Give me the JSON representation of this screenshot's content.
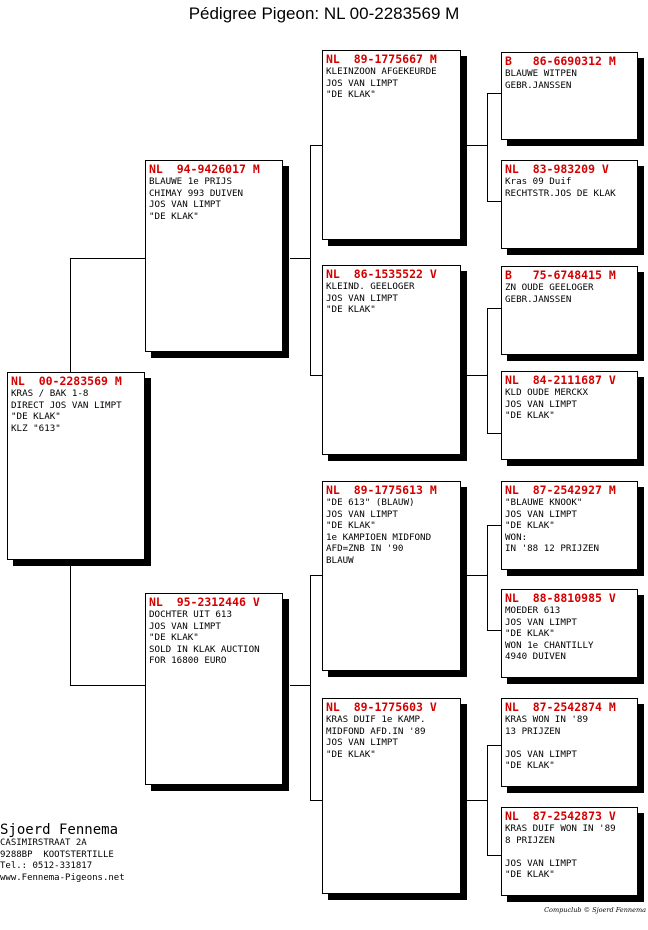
{
  "title": "Pédigree Pigeon: NL  00-2283569 M",
  "pigeons": [
    {
      "ring": "NL  00-2283569 M",
      "lines": [
        "KRAS / BAK 1-8",
        "DIRECT JOS VAN LIMPT",
        "\"DE KLAK\"",
        "KLZ \"613\""
      ]
    },
    {
      "ring": "NL  94-9426017 M",
      "lines": [
        "BLAUWE 1e PRIJS",
        "CHIMAY 993 DUIVEN",
        "JOS VAN LIMPT",
        "\"DE KLAK\""
      ]
    },
    {
      "ring": "NL  95-2312446 V",
      "lines": [
        "DOCHTER UIT 613",
        "JOS VAN LIMPT",
        "\"DE KLAK\"",
        "SOLD IN KLAK AUCTION",
        "FOR 16800 EURO"
      ]
    },
    {
      "ring": "NL  89-1775667 M",
      "lines": [
        "KLEINZOON AFGEKEURDE",
        "JOS VAN LIMPT",
        "\"DE KLAK\""
      ]
    },
    {
      "ring": "NL  86-1535522 V",
      "lines": [
        "KLEIND. GEELOGER",
        "JOS VAN LIMPT",
        "\"DE KLAK\""
      ]
    },
    {
      "ring": "NL  89-1775613 M",
      "lines": [
        "\"DE 613\" (BLAUW)",
        "JOS VAN LIMPT",
        "\"DE KLAK\"",
        "1e KAMPIOEN MIDFOND",
        "AFD=ZNB IN '90",
        "BLAUW"
      ]
    },
    {
      "ring": "NL  89-1775603 V",
      "lines": [
        "KRAS DUIF 1e KAMP.",
        "MIDFOND AFD.IN '89",
        "JOS VAN LIMPT",
        "\"DE KLAK\""
      ]
    },
    {
      "ring": "B   86-6690312 M",
      "lines": [
        "BLAUWE WITPEN",
        "GEBR.JANSSEN"
      ]
    },
    {
      "ring": "NL  83-983209 V",
      "lines": [
        "Kras 09 Duif",
        "RECHTSTR.JOS DE KLAK"
      ]
    },
    {
      "ring": "B   75-6748415 M",
      "lines": [
        "ZN OUDE GEELOGER",
        "GEBR.JANSSEN"
      ]
    },
    {
      "ring": "NL  84-2111687 V",
      "lines": [
        "KLD OUDE MERCKX",
        "JOS VAN LIMPT",
        "\"DE KLAK\""
      ]
    },
    {
      "ring": "NL  87-2542927 M",
      "lines": [
        "\"BLAUWE KNOOK\"",
        "JOS VAN LIMPT",
        "\"DE KLAK\"",
        "WON:",
        "IN '88 12 PRIJZEN"
      ]
    },
    {
      "ring": "NL  88-8810985 V",
      "lines": [
        "MOEDER 613",
        "JOS VAN LIMPT",
        "\"DE KLAK\"",
        "WON 1e CHANTILLY",
        "4940 DUIVEN"
      ]
    },
    {
      "ring": "NL  87-2542874 M",
      "lines": [
        "KRAS WON IN '89",
        "13 PRIJZEN",
        "",
        "JOS VAN LIMPT",
        "\"DE KLAK\""
      ]
    },
    {
      "ring": "NL  87-2542873 V",
      "lines": [
        "KRAS DUIF WON IN '89",
        "8 PRIJZEN",
        "",
        "JOS VAN LIMPT",
        "\"DE KLAK\""
      ]
    }
  ],
  "owner": {
    "name": "Sjoerd Fennema",
    "address": "CASIMIRSTRAAT 2A",
    "city": "9288BP  KOOTSTERTILLE",
    "phone": "Tel.: 0512-331817",
    "website": "www.Fennema-Pigeons.net"
  },
  "credit": "Compuclub © Sjoerd Fennema",
  "colors": {
    "ring": "#d40000",
    "border": "#000000",
    "shadow": "#000000"
  }
}
